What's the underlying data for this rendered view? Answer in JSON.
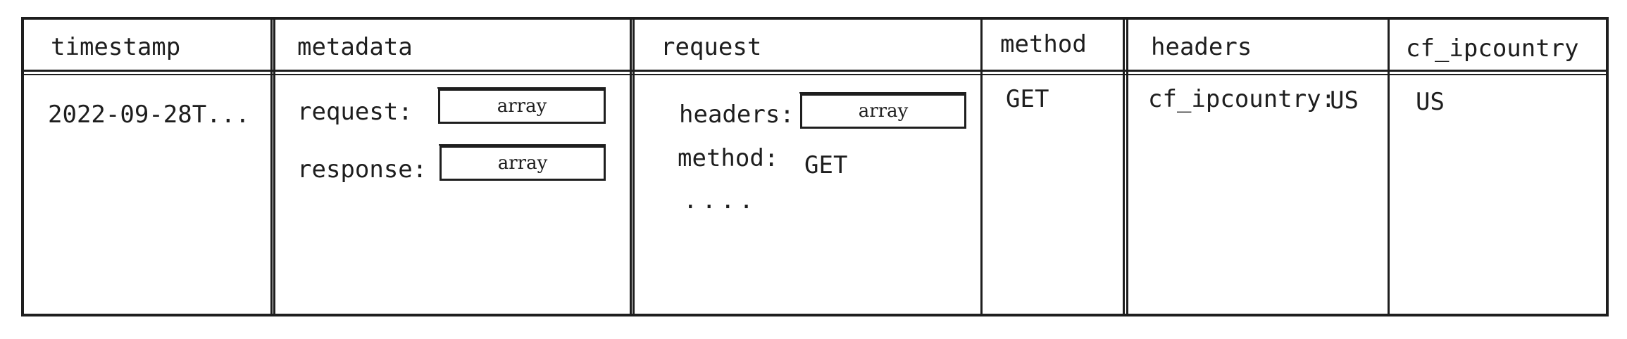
{
  "table": {
    "columns": [
      "timestamp",
      "metadata",
      "request",
      "method",
      "headers",
      "cf_ipcountry"
    ],
    "row": {
      "timestamp": "2022-09-28T...",
      "metadata": {
        "request_key": "request:",
        "request_value": "array",
        "response_key": "response:",
        "response_value": "array"
      },
      "request": {
        "headers_key": "headers:",
        "headers_value": "array",
        "method_key": "method:",
        "method_value": "GET",
        "ellipsis": "...."
      },
      "method": "GET",
      "headers": {
        "key": "cf_ipcountry:",
        "value": "US"
      },
      "cf_ipcountry": "US"
    }
  },
  "colors": {
    "ink": "#1e1e1e",
    "background": "#ffffff"
  }
}
